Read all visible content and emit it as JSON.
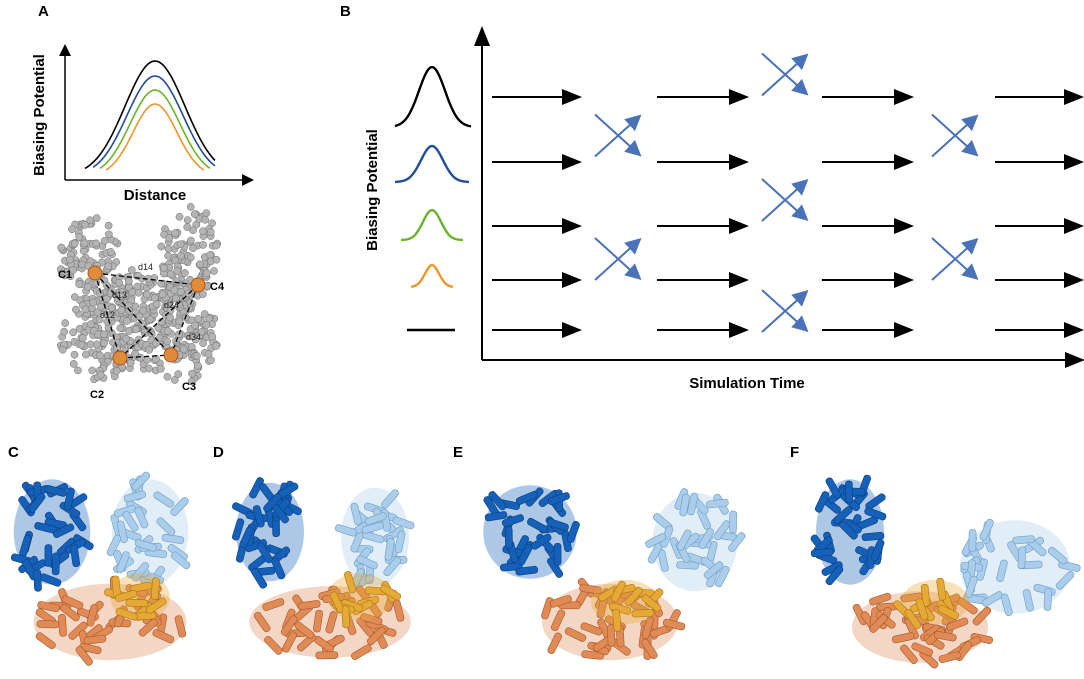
{
  "panels": {
    "a": {
      "letter": "A",
      "ylabel": "Biasing Potential",
      "xlabel": "Distance",
      "atom_labels": [
        "C1",
        "C2",
        "C3",
        "C4"
      ],
      "distance_labels": [
        "d14",
        "d13",
        "d24",
        "d12",
        "d34"
      ]
    },
    "b": {
      "letter": "B",
      "ylabel": "Biasing Potential",
      "xlabel": "Simulation Time"
    },
    "c": {
      "letter": "C"
    },
    "d": {
      "letter": "D"
    },
    "e": {
      "letter": "E"
    },
    "f": {
      "letter": "F"
    }
  },
  "colors": {
    "black": "#000000",
    "blue": "#1f4e99",
    "green": "#6ab42d",
    "orange": "#f0952a",
    "exchange": "#4a72b8",
    "domain_dark_blue": "#1560b8",
    "domain_light_blue": "#a9cdea",
    "domain_orange": "#e08a55",
    "domain_gold": "#e6a935",
    "atom_gray": "#9a9a9a",
    "atom_orange": "#e08a3c"
  },
  "levels": [
    "black",
    "blue",
    "green",
    "orange",
    "flat"
  ],
  "exchange_positions": [
    {
      "col": 1,
      "pair": [
        0,
        1
      ]
    },
    {
      "col": 1,
      "pair": [
        2,
        3
      ]
    },
    {
      "col": 2,
      "pair": [
        -1,
        0
      ]
    },
    {
      "col": 2,
      "pair": [
        1,
        2
      ]
    },
    {
      "col": 2,
      "pair": [
        3,
        4
      ]
    },
    {
      "col": 3,
      "pair": [
        0,
        1
      ]
    },
    {
      "col": 3,
      "pair": [
        2,
        3
      ]
    }
  ]
}
